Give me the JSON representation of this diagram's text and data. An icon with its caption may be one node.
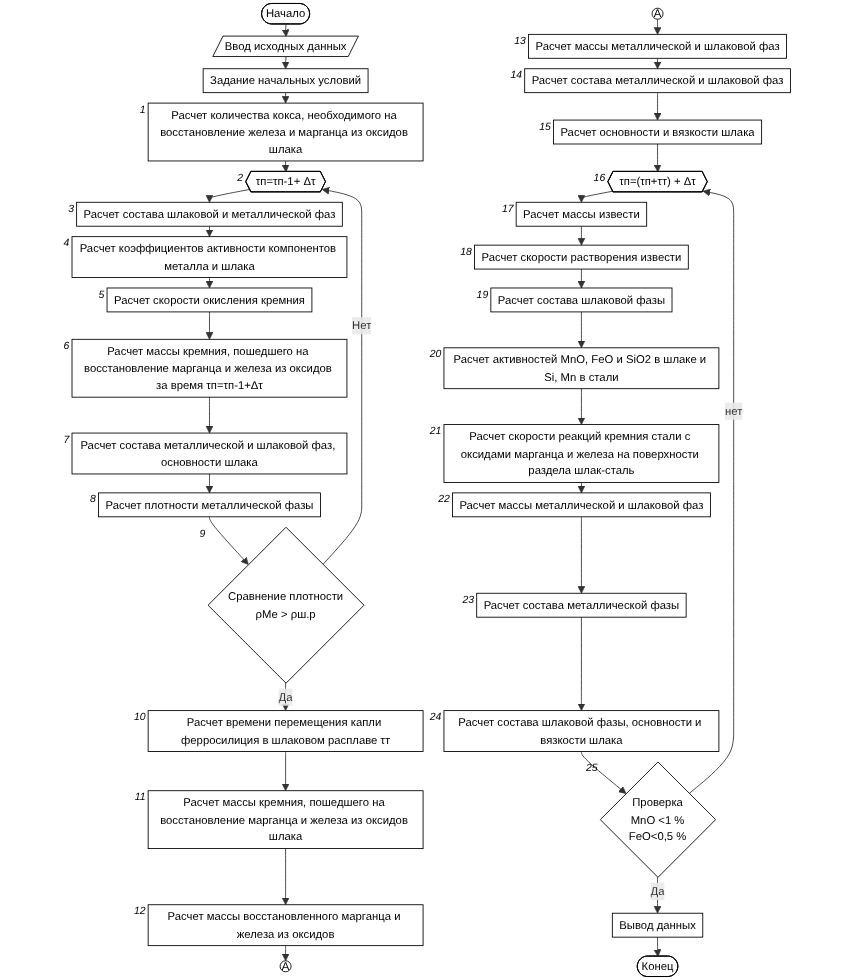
{
  "diagram": {
    "nodes": [
      {
        "text": [
          "Начало"
        ]
      },
      {
        "text": [
          "Ввод исходных данных"
        ]
      },
      {
        "text": [
          "Задание начальных условий"
        ]
      },
      {
        "text": [
          "Расчет количества кокса, необходимого на восстановление железа и марганца из оксидов шлака"
        ],
        "beside": [
          "1"
        ]
      },
      {
        "text": [
          "τп=τп-1+ Δτ"
        ],
        "beside": [
          "2"
        ]
      },
      {
        "text": [
          "Расчет состава шлаковой и металлической фаз"
        ],
        "beside": [
          "3"
        ]
      },
      {
        "text": [
          "Расчет коэффициентов активности компонентов металла и шлака"
        ],
        "beside": [
          "4"
        ]
      },
      {
        "text": [
          "Расчет скорости окисления кремния"
        ],
        "beside": [
          "5"
        ]
      },
      {
        "text": [
          "Расчет массы кремния, пошедшего на восстановление марганца и железа из оксидов за время τп=τп-1+Δτ"
        ],
        "beside": [
          "6"
        ]
      },
      {
        "text": [
          "Расчет состава металлической и шлаковой фаз, основности шлака"
        ],
        "beside": [
          "7"
        ]
      },
      {
        "text": [
          "Расчет плотности металлической фазы"
        ],
        "beside": [
          "8"
        ]
      },
      {
        "text": [
          "Сравнение плотности",
          "ρМе > ρш.р"
        ],
        "beside": [
          "9"
        ]
      },
      {
        "text": [
          "Расчет времени перемещения капли ферросилиция в шлаковом расплаве τт"
        ],
        "beside": [
          "10"
        ]
      },
      {
        "text": [
          "Расчет массы кремния, пошедшего на восстановление марганца и железа из оксидов шлака"
        ],
        "beside": [
          "11"
        ]
      },
      {
        "text": [
          "Расчет массы восстановленного марганца и железа из оксидов"
        ],
        "beside": [
          "12"
        ]
      },
      {
        "text": [
          "A"
        ]
      },
      {
        "text": [
          "A"
        ]
      },
      {
        "text": [
          "Расчет массы металлической и шлаковой фаз"
        ],
        "beside": [
          "13"
        ]
      },
      {
        "text": [
          "Расчет состава металлической и шлаковой фаз"
        ],
        "beside": [
          "14"
        ]
      },
      {
        "text": [
          "Расчет основности и вязкости шлака"
        ],
        "beside": [
          "15"
        ]
      },
      {
        "text": [
          "τп=(τп+τт) + Δτ"
        ],
        "beside": [
          "16"
        ]
      },
      {
        "text": [
          "Расчет массы извести"
        ],
        "beside": [
          "17"
        ]
      },
      {
        "text": [
          "Расчет скорости растворения извести"
        ],
        "beside": [
          "18"
        ]
      },
      {
        "text": [
          "Расчет состава шлаковой фазы"
        ],
        "beside": [
          "19"
        ]
      },
      {
        "text": [
          "Расчет активностей MnO, FeO и SiO2 в шлаке и Si, Mn в стали"
        ],
        "beside": [
          "20"
        ]
      },
      {
        "text": [
          "Расчет скорости реакций кремния стали с оксидами марганца и железа на поверхности раздела шлак-сталь"
        ],
        "beside": [
          "21"
        ]
      },
      {
        "text": [
          "Расчет массы металлической и шлаковой фаз"
        ],
        "beside": [
          "22"
        ]
      },
      {
        "text": [
          "Расчет состава металлической фазы"
        ],
        "beside": [
          "23"
        ]
      },
      {
        "text": [
          "Расчет состава шлаковой фазы, основности и вязкости шлака"
        ],
        "beside": [
          "24"
        ]
      },
      {
        "text": [
          "Проверка",
          "MnO <1 %",
          "FeO<0,5 %"
        ],
        "beside": [
          "25"
        ]
      },
      {
        "text": [
          "Вывод данных"
        ]
      },
      {
        "text": [
          "Конец"
        ]
      }
    ],
    "edges": [
      {
        "from": 0,
        "to": 1,
        "arrow": "to"
      },
      {
        "from": 1,
        "to": 2,
        "arrow": "to"
      },
      {
        "from": 2,
        "to": 3,
        "arrow": "to"
      },
      {
        "from": 3,
        "to": 4,
        "arrow": "to"
      },
      {
        "from": 4,
        "to": 5,
        "arrow": "to"
      },
      {
        "from": 5,
        "to": 6,
        "arrow": "to"
      },
      {
        "from": 6,
        "to": 7,
        "arrow": "to"
      },
      {
        "from": 7,
        "to": 8,
        "arrow": "to"
      },
      {
        "from": 8,
        "to": 9,
        "arrow": "to"
      },
      {
        "from": 9,
        "to": 10,
        "arrow": "to"
      },
      {
        "from": 10,
        "to": 11,
        "arrow": "to"
      },
      {
        "from": 11,
        "to": 4,
        "arrow": "to",
        "label": "Нет"
      },
      {
        "from": 11,
        "to": 12,
        "arrow": "to",
        "label": "Да"
      },
      {
        "from": 12,
        "to": 13,
        "arrow": "to"
      },
      {
        "from": 13,
        "to": 14,
        "arrow": "to"
      },
      {
        "from": 14,
        "to": 15,
        "arrow": "to"
      },
      {
        "from": 16,
        "to": 17,
        "arrow": "to"
      },
      {
        "from": 17,
        "to": 18,
        "arrow": "to"
      },
      {
        "from": 18,
        "to": 19,
        "arrow": "to"
      },
      {
        "from": 19,
        "to": 20,
        "arrow": "to"
      },
      {
        "from": 20,
        "to": 21,
        "arrow": "to"
      },
      {
        "from": 21,
        "to": 22,
        "arrow": "to"
      },
      {
        "from": 22,
        "to": 23,
        "arrow": "to"
      },
      {
        "from": 23,
        "to": 24,
        "arrow": "to"
      },
      {
        "from": 24,
        "to": 25,
        "arrow": "to"
      },
      {
        "from": 25,
        "to": 26,
        "arrow": "to"
      },
      {
        "from": 26,
        "to": 27,
        "arrow": "to"
      },
      {
        "from": 27,
        "to": 28,
        "arrow": "to"
      },
      {
        "from": 28,
        "to": 29,
        "arrow": "to"
      },
      {
        "from": 29,
        "to": 20,
        "arrow": "to",
        "label": "нет"
      },
      {
        "from": 29,
        "to": 30,
        "arrow": "to",
        "label": "Да"
      },
      {
        "from": 30,
        "to": 31,
        "arrow": "to"
      }
    ]
  }
}
